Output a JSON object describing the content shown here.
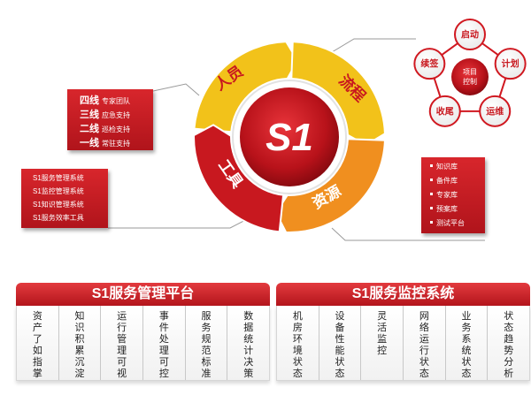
{
  "cycle": {
    "center_label": "S1",
    "segments": [
      "人员",
      "流程",
      "资源",
      "工具"
    ],
    "colors": {
      "red": "#c8181f",
      "dark_red": "#9e0f16",
      "yellow": "#f2c21a",
      "orange": "#f08f1f"
    }
  },
  "personnel": [
    {
      "tier": "四线",
      "desc": "专家团队"
    },
    {
      "tier": "三线",
      "desc": "应急支持"
    },
    {
      "tier": "二线",
      "desc": "巡检支持"
    },
    {
      "tier": "一线",
      "desc": "常驻支持"
    }
  ],
  "tools": [
    "S1服务管理系统",
    "S1监控管理系统",
    "S1知识管理系统",
    "S1服务效率工具"
  ],
  "resources": [
    "知识库",
    "备件库",
    "专家库",
    "预案库",
    "测试平台"
  ],
  "process": {
    "center": "项目控制",
    "steps": [
      "启动",
      "计划",
      "运维",
      "收尾",
      "续签"
    ]
  },
  "mgmt_panel": {
    "title": "S1服务管理平台",
    "items": [
      "资产了如指掌",
      "知识积累沉淀",
      "运行管理可视",
      "事件处理可控",
      "服务规范标准",
      "数据统计决策"
    ]
  },
  "monitor_panel": {
    "title": "S1服务监控系统",
    "items": [
      "机房环境状态",
      "设备性能状态",
      "灵活监控",
      "网络运行状态",
      "业务系统状态",
      "状态趋势分析"
    ]
  }
}
